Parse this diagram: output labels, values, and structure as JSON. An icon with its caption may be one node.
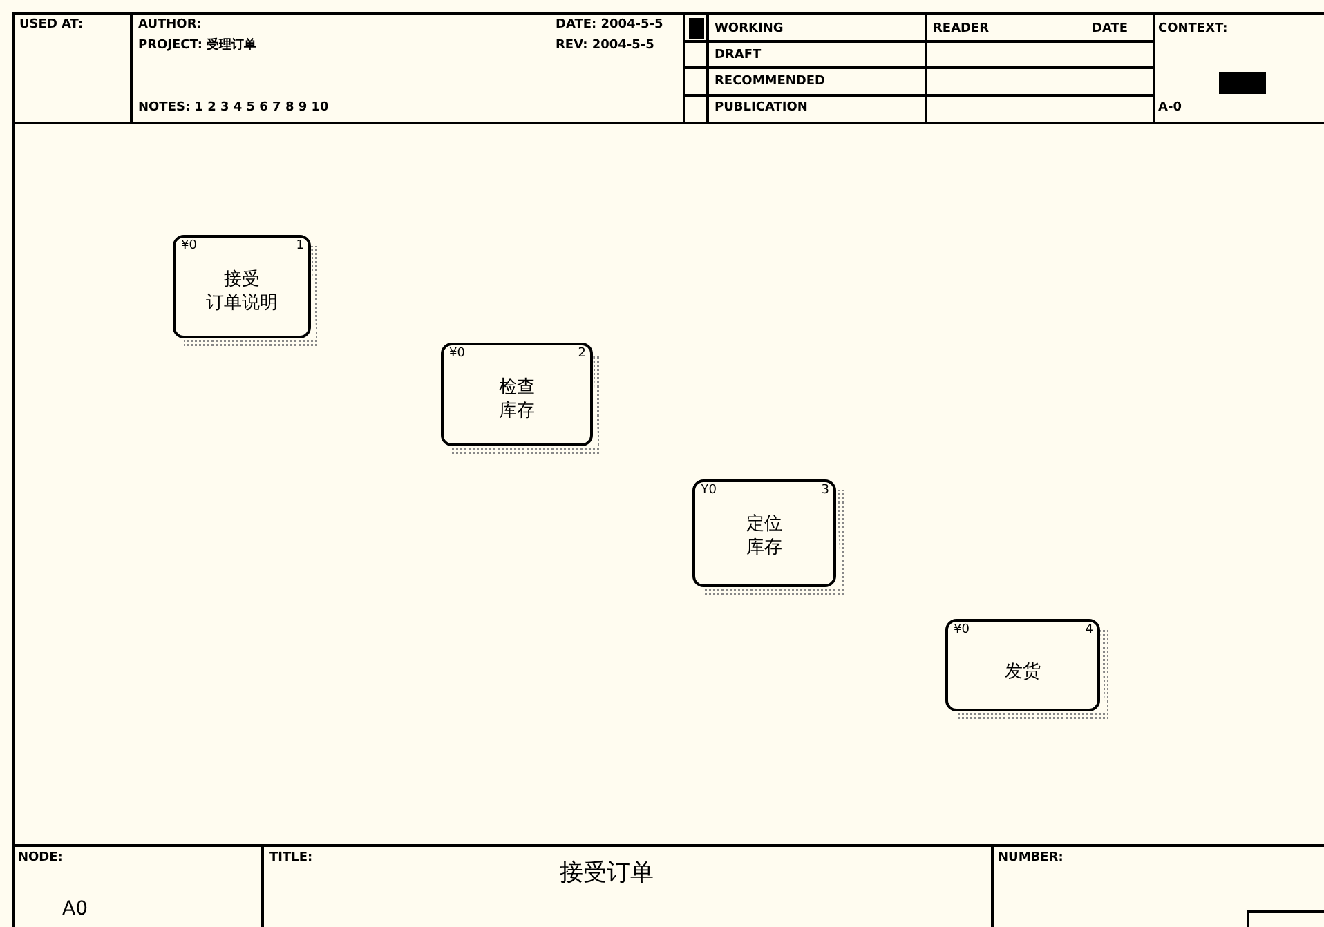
{
  "diagram": {
    "nodes": [
      {
        "text": [
          "¥0",
          "1",
          "接受订单说明"
        ]
      },
      {
        "text": [
          "¥0",
          "2",
          "检查库存"
        ]
      },
      {
        "text": [
          "¥0",
          "3",
          "定位库存"
        ]
      },
      {
        "text": [
          "¥0",
          "4",
          "发货"
        ]
      }
    ],
    "edges": [],
    "labels": [
      "USED AT:",
      "AUTHOR:",
      "PROJECT: 受理订单",
      "DATE: 2004-5-5",
      "REV: 2004-5-5",
      "NOTES: 1 2 3 4 5 6 7 8 9 10",
      "WORKING",
      "READER",
      "DATE",
      "CONTEXT:",
      "DRAFT",
      "RECOMMENDED",
      "PUBLICATION",
      "A-0",
      "NODE:",
      "A0",
      "TITLE:",
      "接受订单",
      "NUMBER:"
    ]
  }
}
